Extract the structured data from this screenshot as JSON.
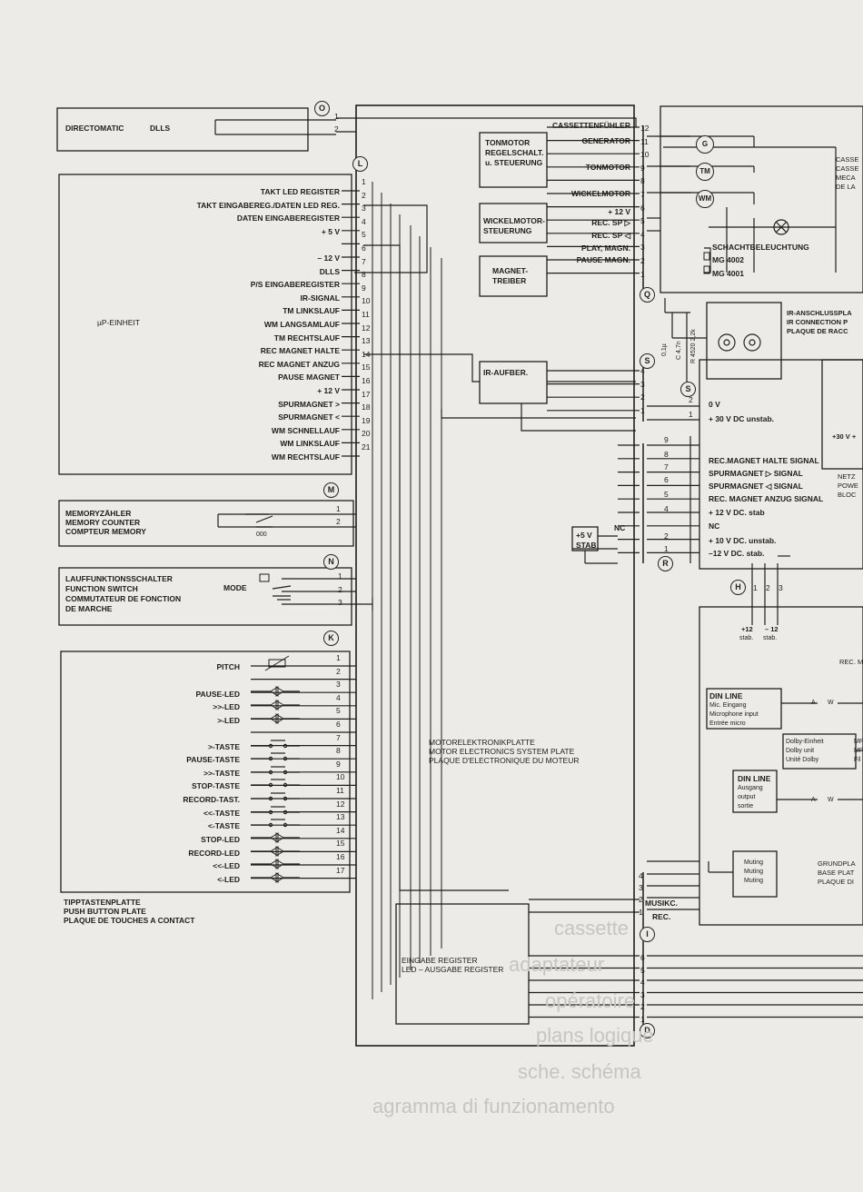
{
  "directomatic": {
    "label": "DIRECTOMATIC",
    "dlls": "DLLS"
  },
  "connectors": {
    "O": "O",
    "L": "L",
    "M": "M",
    "N": "N",
    "K": "K",
    "Q": "Q",
    "S": "S",
    "R": "R",
    "H": "H",
    "I": "I",
    "D": "D"
  },
  "mp_unit": {
    "label": "µP-EINHEIT",
    "signals": [
      "TAKT LED REGISTER",
      "TAKT EINGABEREG./DATEN LED REG.",
      "DATEN EINGABEREGISTER",
      "+ 5 V",
      "",
      "– 12 V",
      "DLLS",
      "P/S EINGABEREGISTER",
      "IR-SIGNAL",
      "TM LINKSLAUF",
      "WM LANGSAMLAUF",
      "TM RECHTSLAUF",
      "REC MAGNET HALTE",
      "REC MAGNET ANZUG",
      "PAUSE MAGNET",
      "+ 12 V",
      "SPURMAGNET >",
      "SPURMAGNET <",
      "WM SCHNELLAUF",
      "WM LINKSLAUF",
      "WM RECHTSLAUF"
    ]
  },
  "memory": {
    "lines": [
      "MEMORYZÄHLER",
      "MEMORY COUNTER",
      "COMPTEUR MEMORY"
    ],
    "counter": "000"
  },
  "function_switch": {
    "lines": [
      "LAUFFUNKTIONSSCHALTER",
      "FUNCTION SWITCH",
      "COMMUTATEUR DE FONCTION",
      "DE MARCHE"
    ],
    "mode": "MODE"
  },
  "push_button": {
    "items": [
      "PITCH",
      "PAUSE-LED",
      ">>-LED",
      ">-LED",
      "",
      ">-TASTE",
      "PAUSE-TASTE",
      ">>-TASTE",
      "STOP-TASTE",
      "RECORD-TAST.",
      "<<-TASTE",
      "<-TASTE",
      "STOP-LED",
      "RECORD-LED",
      "<<-LED",
      "<-LED"
    ],
    "caption": [
      "TIPPTASTENPLATTE",
      "PUSH BUTTON PLATE",
      "PLAQUE DE TOUCHES A CONTACT"
    ]
  },
  "tonmotor_ctrl": [
    "TONMOTOR",
    "REGELSCHALT.",
    "u. STEUERUNG"
  ],
  "wickel_ctrl": [
    "WICKELMOTOR-",
    "STEUERUNG"
  ],
  "magnet_driver": [
    "MAGNET-",
    "TREIBER"
  ],
  "ir_amp": "IR-AUFBER.",
  "q_signals": [
    "CASSETTENFÜHLER",
    "GENERATOR",
    "",
    "TONMOTOR",
    "",
    "WICKELMOTOR",
    "+ 12 V",
    "REC. SP ▷",
    "REC. SP ◁",
    "PLAY, MAGN.",
    "PAUSE MAGN.",
    ""
  ],
  "mechanism": {
    "schacht": "SCHACHTBELEUCHTUNG",
    "mg4002": "MG 4002",
    "mg4001": "MG 4001",
    "cassette": [
      "CASSE",
      "CASSE",
      "MECA",
      "DE LA"
    ],
    "g": "G",
    "tm": "TM",
    "wm": "WM"
  },
  "ir_connection": [
    "IR-ANSCHLUSSPLA",
    "IR CONNECTION P",
    "PLAQUE DE RACC"
  ],
  "components": {
    "cap1": "0,1µ",
    "cap2": "C 4,7n",
    "res": "R 4520 2,2k"
  },
  "s_signals": [
    "0 V",
    "+ 30 V DC unstab."
  ],
  "r_signals": [
    "REC.MAGNET HALTE SIGNAL",
    "SPURMAGNET ▷ SIGNAL",
    "SPURMAGNET ◁ SIGNAL",
    "REC. MAGNET ANZUG SIGNAL",
    "+ 12 V DC. stab",
    "NC",
    "+ 10 V DC. unstab.",
    "–12 V DC. stab."
  ],
  "r_pins": [
    "9",
    "8",
    "7",
    "6",
    "5",
    "4",
    "",
    "2",
    "1"
  ],
  "power": {
    "v30": "+30 V +",
    "lines": [
      "NETZ",
      "POWE",
      "BLOC"
    ]
  },
  "stab5v": [
    "+5 V",
    "STAB"
  ],
  "nc": "NC",
  "h_pins": [
    "1",
    "2",
    "3"
  ],
  "h_labels": {
    "p12": "+12",
    "m12": "– 12",
    "stab1": "stab.",
    "stab2": "stab."
  },
  "rec_label": "REC. M",
  "motor_plate": [
    "MOTORELEKTRONIKPLATTE",
    "MOTOR ELECTRONICS SYSTEM PLATE",
    "PLAQUE D'ELECTRONIQUE DU MOTEUR"
  ],
  "din1": [
    "DIN LINE",
    "Mic. Eingang",
    "Microphone input",
    "Entrée micro"
  ],
  "dolby": [
    "Dolby-Einheit",
    "Dolby unit",
    "Unité Dolby"
  ],
  "din2": [
    "DIN LINE",
    "Ausgang",
    "output",
    "sortie"
  ],
  "mfi": [
    "MP",
    "MP",
    "Fil"
  ],
  "muting": [
    "Muting",
    "Muting",
    "Muting"
  ],
  "grund": [
    "GRUNDPLA",
    "BASE PLAT",
    "PLAQUE DI"
  ],
  "ab": {
    "a1": "A",
    "w1": "W",
    "a2": "A",
    "w2": "W"
  },
  "musik": [
    "MUSIKC.",
    "REC."
  ],
  "eingabe": [
    "EINGABE REGISTER",
    "LED – AUSGABE REGISTER"
  ],
  "bleed": [
    "cassette",
    "adaptateur",
    "opératoire",
    "plans logique",
    "sche. schéma",
    "agramma di funzionamento"
  ]
}
